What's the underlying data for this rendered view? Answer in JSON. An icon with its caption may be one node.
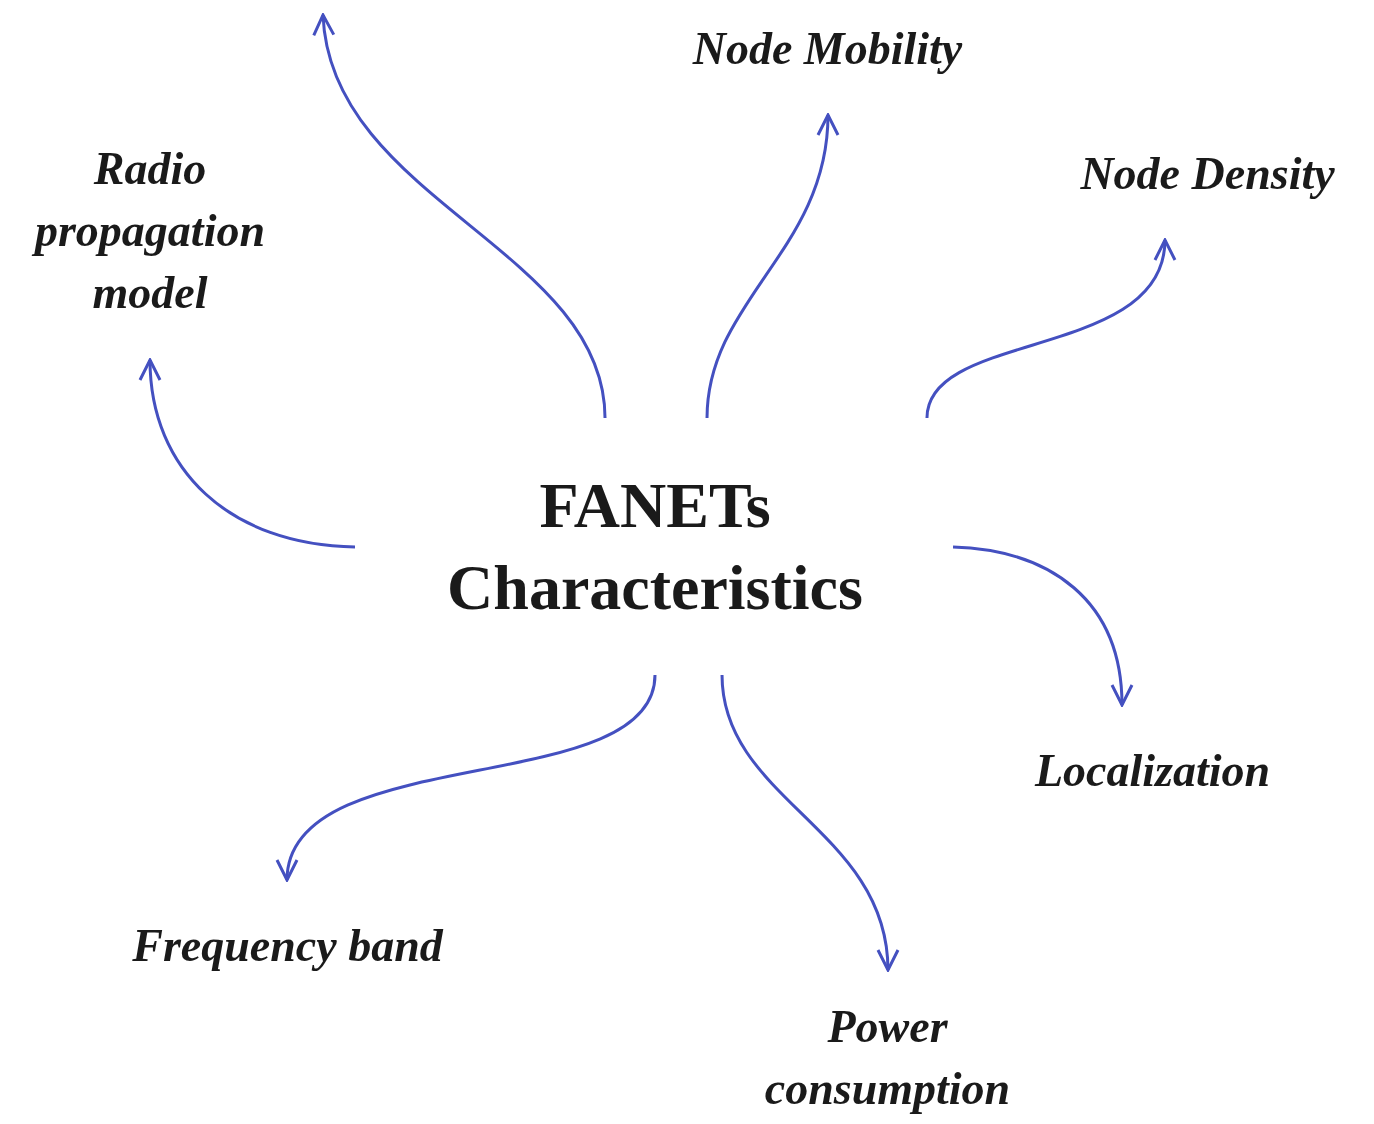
{
  "diagram": {
    "nodes": [
      {
        "text": [
          "FANETs Characteristics"
        ]
      },
      {
        "text": [
          "Radio propagation model"
        ]
      },
      {
        "text": [
          "Node Mobility"
        ]
      },
      {
        "text": [
          "Node Density"
        ]
      },
      {
        "text": [
          "Localization"
        ]
      },
      {
        "text": [
          "Power consumption"
        ]
      },
      {
        "text": [
          "Frequency band"
        ]
      }
    ],
    "edges": [
      {
        "from": 0,
        "to": 1,
        "arrow": "to"
      },
      {
        "from": 0,
        "to": null,
        "arrow": "to"
      },
      {
        "from": 0,
        "to": 2,
        "arrow": "to"
      },
      {
        "from": 0,
        "to": 3,
        "arrow": "to"
      },
      {
        "from": 0,
        "to": 4,
        "arrow": "to"
      },
      {
        "from": 0,
        "to": 5,
        "arrow": "to"
      },
      {
        "from": 0,
        "to": 6,
        "arrow": "to"
      }
    ]
  }
}
